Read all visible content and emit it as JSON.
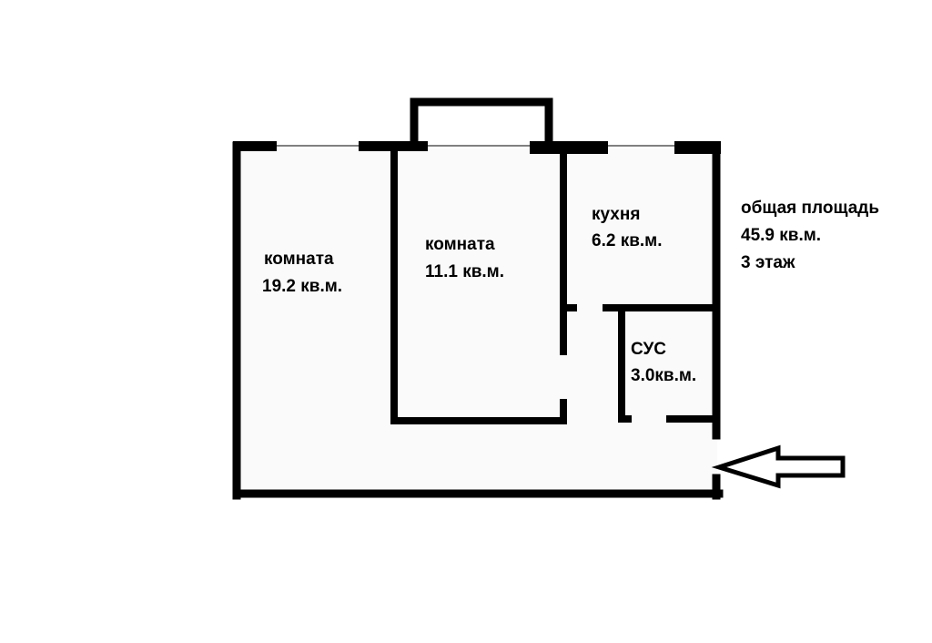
{
  "colors": {
    "wall": "#000000",
    "window": "#000000",
    "background": "#ffffff",
    "floor_tint": "#f3f3f3"
  },
  "rooms": [
    {
      "name": "комната",
      "area": "19.2 кв.м."
    },
    {
      "name": "комната",
      "area": "11.1 кв.м."
    },
    {
      "name": "кухня",
      "area": "6.2 кв.м."
    },
    {
      "name": "СУС",
      "area": "3.0кв.м."
    }
  ],
  "summary": {
    "total_area_label": "общая площадь",
    "total_area": "45.9 кв.м.",
    "floor": "3 этаж"
  },
  "icons": {
    "entrance": "arrow-left-icon"
  }
}
